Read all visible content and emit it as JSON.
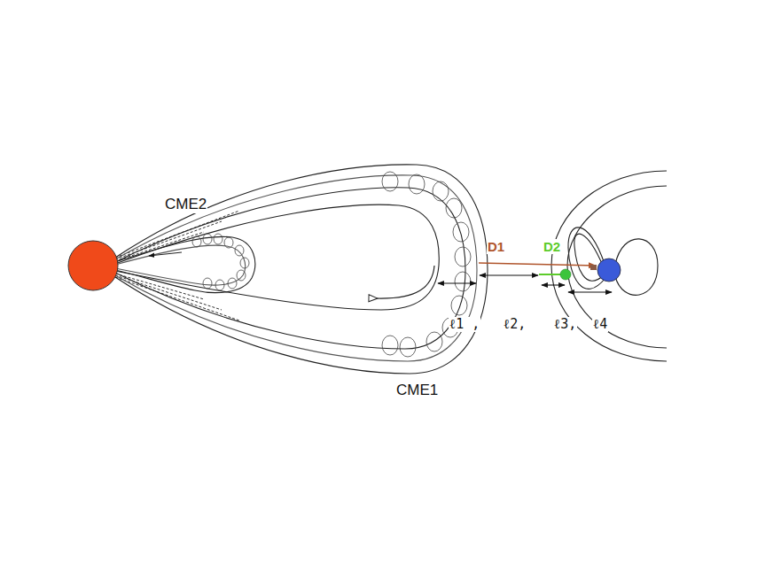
{
  "diagram": {
    "labels": [
      "CME2",
      "CME1",
      "D1",
      "D2",
      "ℓ1 ,",
      "ℓ2,",
      "ℓ3,",
      "ℓ4"
    ]
  }
}
